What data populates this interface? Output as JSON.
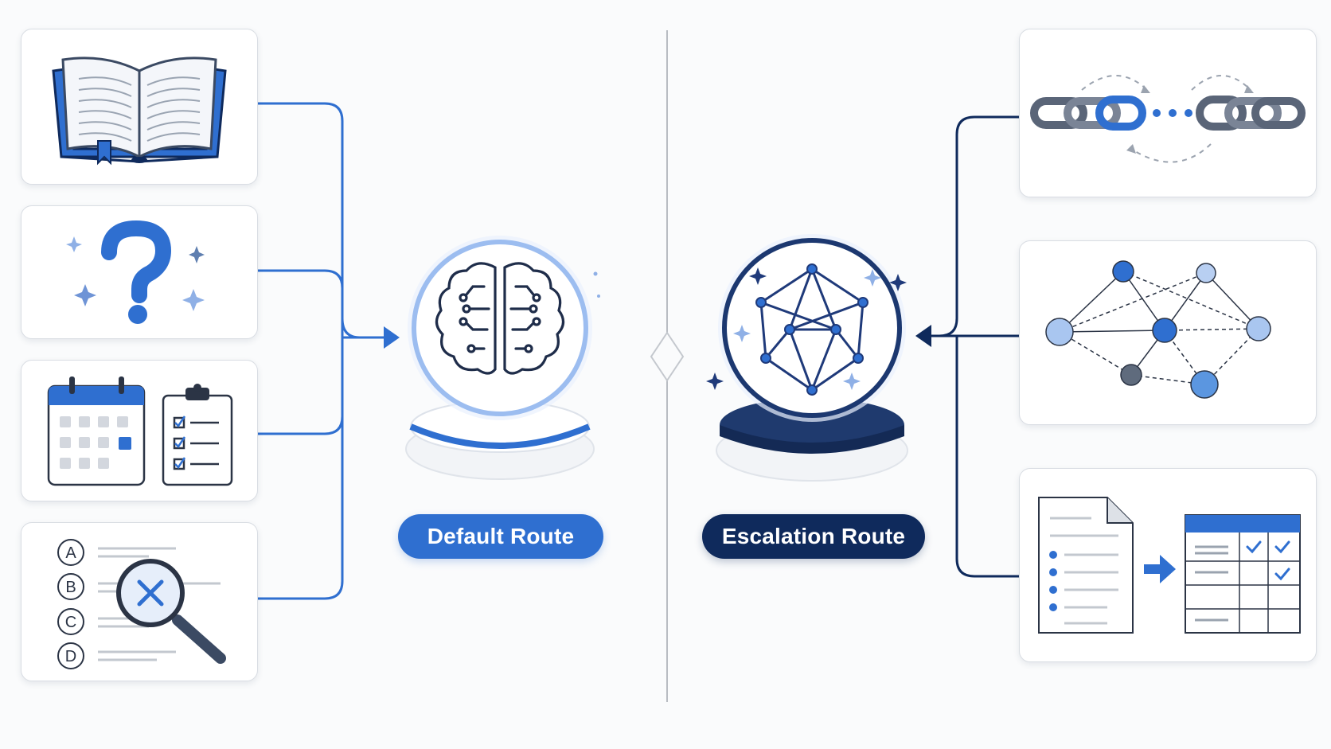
{
  "routes": {
    "default_label": "Default Route",
    "escalation_label": "Escalation Route"
  },
  "quiz_options": [
    "A",
    "B",
    "C",
    "D"
  ],
  "colors": {
    "default_blue": "#2f6fd0",
    "escalation_navy": "#0f2a5c",
    "card_border": "#d9dde3",
    "divider": "#b8bcc2"
  },
  "icons": {
    "left_cards": [
      "open-book-icon",
      "question-mark-icon",
      "calendar-checklist-icon",
      "quiz-search-icon"
    ],
    "default_hub": "brain-circuit-icon",
    "escalation_hub": "network-polygon-icon",
    "right_cards": [
      "chain-links-icon",
      "graph-network-icon",
      "document-to-table-icon"
    ]
  }
}
